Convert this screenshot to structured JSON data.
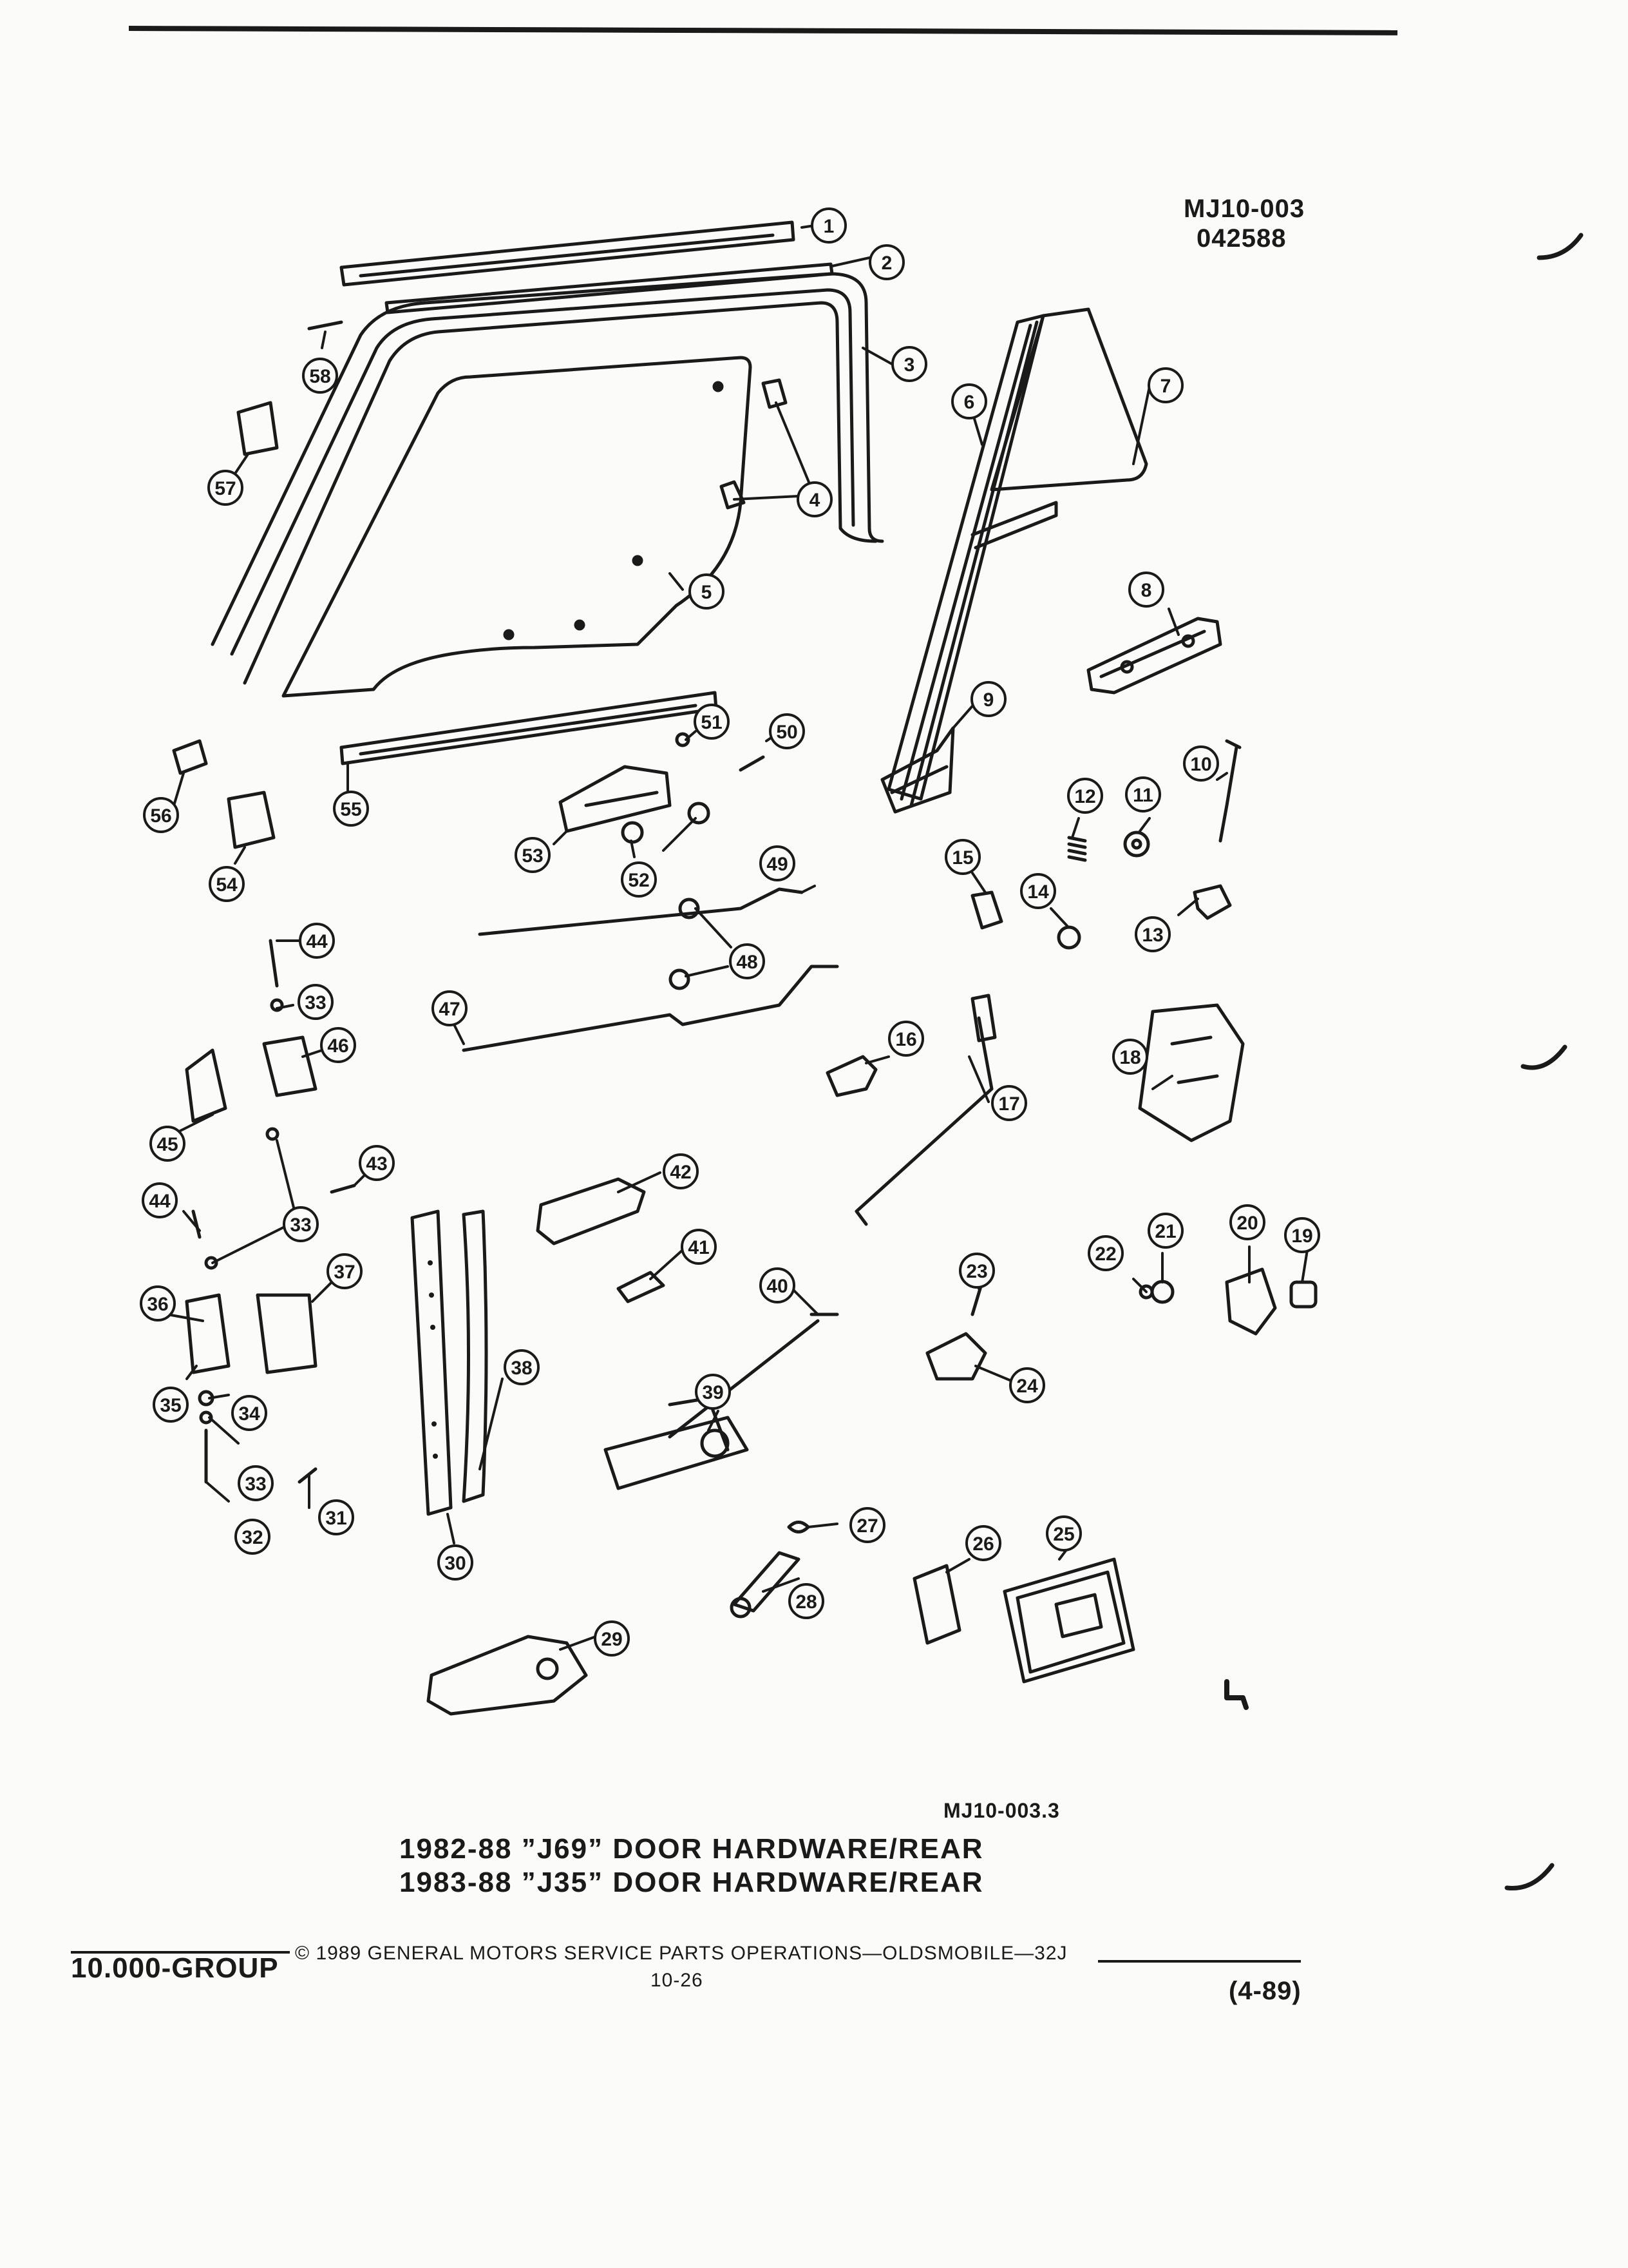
{
  "header": {
    "ref_code": "MJ10-003",
    "ref_date": "042588"
  },
  "diagram": {
    "figure_code": "MJ10-003.3",
    "titles": [
      "1982-88 ”J69” DOOR HARDWARE/REAR",
      "1983-88 ”J35” DOOR HARDWARE/REAR"
    ],
    "callouts": [
      "1",
      "2",
      "3",
      "4",
      "5",
      "6",
      "7",
      "8",
      "9",
      "10",
      "11",
      "12",
      "13",
      "14",
      "15",
      "16",
      "17",
      "18",
      "19",
      "20",
      "21",
      "22",
      "23",
      "24",
      "25",
      "26",
      "27",
      "28",
      "29",
      "30",
      "31",
      "32",
      "33",
      "33",
      "33",
      "34",
      "35",
      "36",
      "37",
      "38",
      "39",
      "40",
      "41",
      "42",
      "43",
      "44",
      "44",
      "45",
      "46",
      "47",
      "48",
      "49",
      "50",
      "51",
      "52",
      "53",
      "54",
      "55",
      "56",
      "57",
      "58"
    ]
  },
  "footer": {
    "group": "10.000-GROUP",
    "copyright": "©  1989  GENERAL MOTORS SERVICE PARTS OPERATIONS—OLDSMOBILE—32J",
    "page_number": "10-26",
    "revision": "(4-89)"
  }
}
